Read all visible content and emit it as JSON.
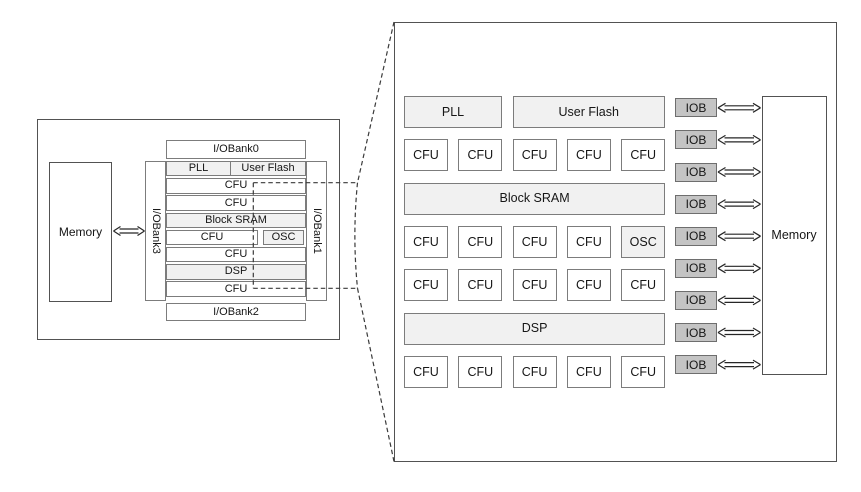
{
  "figure": {
    "type": "fpga-architecture-diagram",
    "left_diagram": {
      "memory": "Memory",
      "io_banks": {
        "top": "I/OBank0",
        "right": "I/OBank1",
        "bottom": "I/OBank2",
        "left": "I/OBank3"
      },
      "rows": [
        {
          "cells": [
            "PLL",
            "User Flash"
          ]
        },
        {
          "cells": [
            "CFU"
          ]
        },
        {
          "cells": [
            "CFU"
          ]
        },
        {
          "cells": [
            "Block SRAM"
          ]
        },
        {
          "cells": [
            "CFU",
            "OSC"
          ]
        },
        {
          "cells": [
            "CFU"
          ]
        },
        {
          "cells": [
            "DSP"
          ]
        },
        {
          "cells": [
            "CFU"
          ]
        }
      ]
    },
    "right_diagram": {
      "memory": "Memory",
      "iob": {
        "label": "IOB",
        "count": 9
      },
      "rows": [
        {
          "cells": [
            "PLL",
            "User Flash"
          ]
        },
        {
          "cells": [
            "CFU",
            "CFU",
            "CFU",
            "CFU",
            "CFU"
          ]
        },
        {
          "cells": [
            "Block SRAM"
          ]
        },
        {
          "cells": [
            "CFU",
            "CFU",
            "CFU",
            "CFU",
            "OSC"
          ]
        },
        {
          "cells": [
            "CFU",
            "CFU",
            "CFU",
            "CFU",
            "CFU"
          ]
        },
        {
          "cells": [
            "DSP"
          ]
        },
        {
          "cells": [
            "CFU",
            "CFU",
            "CFU",
            "CFU",
            "CFU"
          ]
        }
      ]
    },
    "colors": {
      "block_fill_light": "#f1f1f1",
      "iob_fill": "#c4c4c4",
      "box_border": "#7c7c7c",
      "outer_border": "#525252",
      "dashed_line": "#3a3a3a",
      "arrow": "#262626",
      "text": "#161616",
      "background": "#ffffff"
    }
  }
}
